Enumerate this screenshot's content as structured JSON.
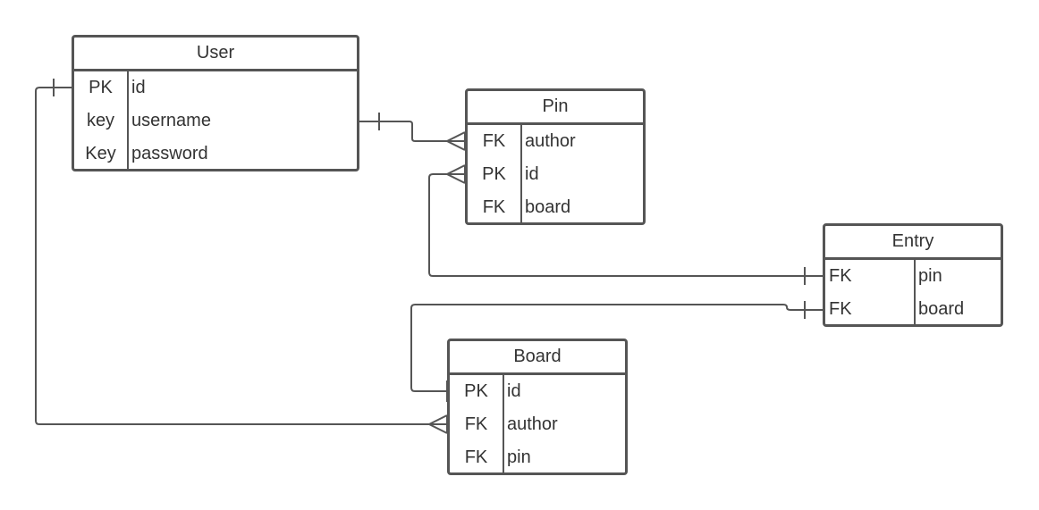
{
  "colors": {
    "stroke": "#555555",
    "text": "#333333",
    "background": "#ffffff"
  },
  "entities": {
    "user": {
      "title": "User",
      "rows": [
        {
          "key": "PK",
          "field": "id"
        },
        {
          "key": "key",
          "field": "username"
        },
        {
          "key": "Key",
          "field": "password"
        }
      ]
    },
    "pin": {
      "title": "Pin",
      "rows": [
        {
          "key": "FK",
          "field": "author"
        },
        {
          "key": "PK",
          "field": "id"
        },
        {
          "key": "FK",
          "field": "board"
        }
      ]
    },
    "entry": {
      "title": "Entry",
      "rows": [
        {
          "key": "FK",
          "field": "pin"
        },
        {
          "key": "FK",
          "field": "board"
        }
      ]
    },
    "board": {
      "title": "Board",
      "rows": [
        {
          "key": "PK",
          "field": "id"
        },
        {
          "key": "FK",
          "field": "author"
        },
        {
          "key": "FK",
          "field": "pin"
        }
      ]
    }
  }
}
